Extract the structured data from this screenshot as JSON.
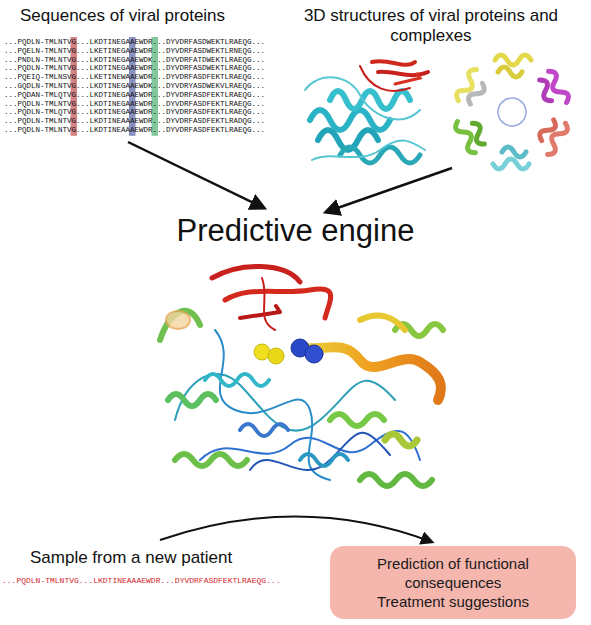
{
  "diagram": {
    "nodes": [
      {
        "text": [
          "Prediction of functional consequences",
          "Treatment suggestions"
        ]
      }
    ],
    "labels": [
      "Sequences of viral proteins",
      "3D structures of viral proteins and complexes",
      "...PQDLN-TMLNTVG...LKDTINEGAAEWDR...DYVDRFASDWEKTLRAEQG...",
      "...PQELN-TMLNTVG...LKETINEGAAEWDR...DYVDRFASDWEKTLRNEQG...",
      "...PNDLN-TMLNTVG...LKDTINEGAAEWDK...DYVDRFATDWEKTLRAEQG...",
      "...PQDLN-TMLNTVG...LKDTINEGAAEWDR...DYVDRFASDWEKTLRAEQG...",
      "...PQEIQ-TMLNSVG...LKETINEWAAEWDR...DYVDRFASDFEKTLRAEQG...",
      "...GQDLN-TMLNTVG...LKDTINEGAAEWDK...DYVDRYASDWEKVLRAEQG...",
      "...PQDAN-TMLQTVG...LKDTINEGAAEWDR...DYVDRFASDFEKTLRAEQG...",
      "...PQDLN-TMLNTVG...LKDTINEGAAEWDR...DYVDRFASDFEKTLRAEQG...",
      "...PQDLN-TMLQTVG...LKDTINEGAAEWDR...DYVDRFASDFEKTLRAEQG...",
      "...PQDLN-TMLNTVG...LKDTINEAAAEWDR...DYVDRFASDFEKTLRADQG...",
      "...PQDLN-TMLNTVG...LKDTINEAAAEWDR...DYVDRFASDFEKTLRAEQG...",
      "Predictive engine",
      "Sample from a new patient",
      "...PQDLN-TMLNTVG...LKDTINEAAAEWDR...DYVDRFASDFEKTLRAEQG..."
    ]
  }
}
